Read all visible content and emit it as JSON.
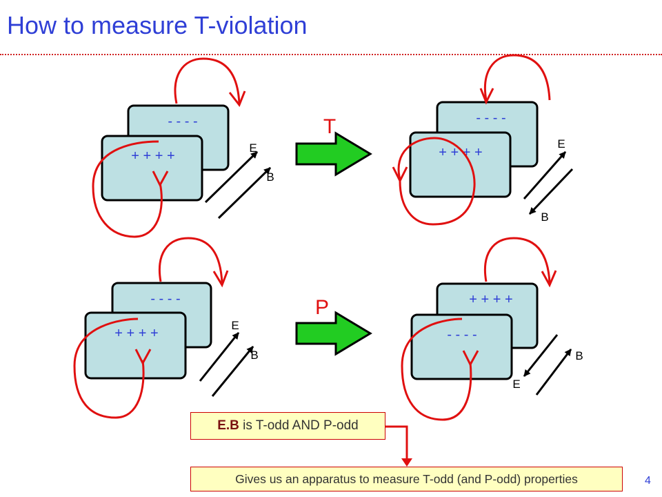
{
  "title": "How to measure T-violation",
  "page_number": "4",
  "ops": {
    "t": "T",
    "p": "P"
  },
  "panels": {
    "tl": {
      "back": "- - - -",
      "front": "+ + + +",
      "e": "E",
      "b": "B"
    },
    "tr": {
      "back": "- - - -",
      "front": "+ + + +",
      "e": "E",
      "b": "B"
    },
    "bl": {
      "back": "- - - -",
      "front": "+ + + +",
      "e": "E",
      "b": "B"
    },
    "br": {
      "back": "+ + + +",
      "front": "- - - -",
      "e": "E",
      "b": "B"
    }
  },
  "notes": {
    "n1_bold": "E.B",
    "n1_rest": " is T-odd AND P-odd",
    "n2": "Gives us an apparatus to measure T-odd (and P-odd) properties"
  },
  "colors": {
    "title": "#2f3fd6",
    "plate": "#bde0e3",
    "loop": "#e01010",
    "arrow": "#22cc22",
    "note_bg": "#ffffc0"
  }
}
